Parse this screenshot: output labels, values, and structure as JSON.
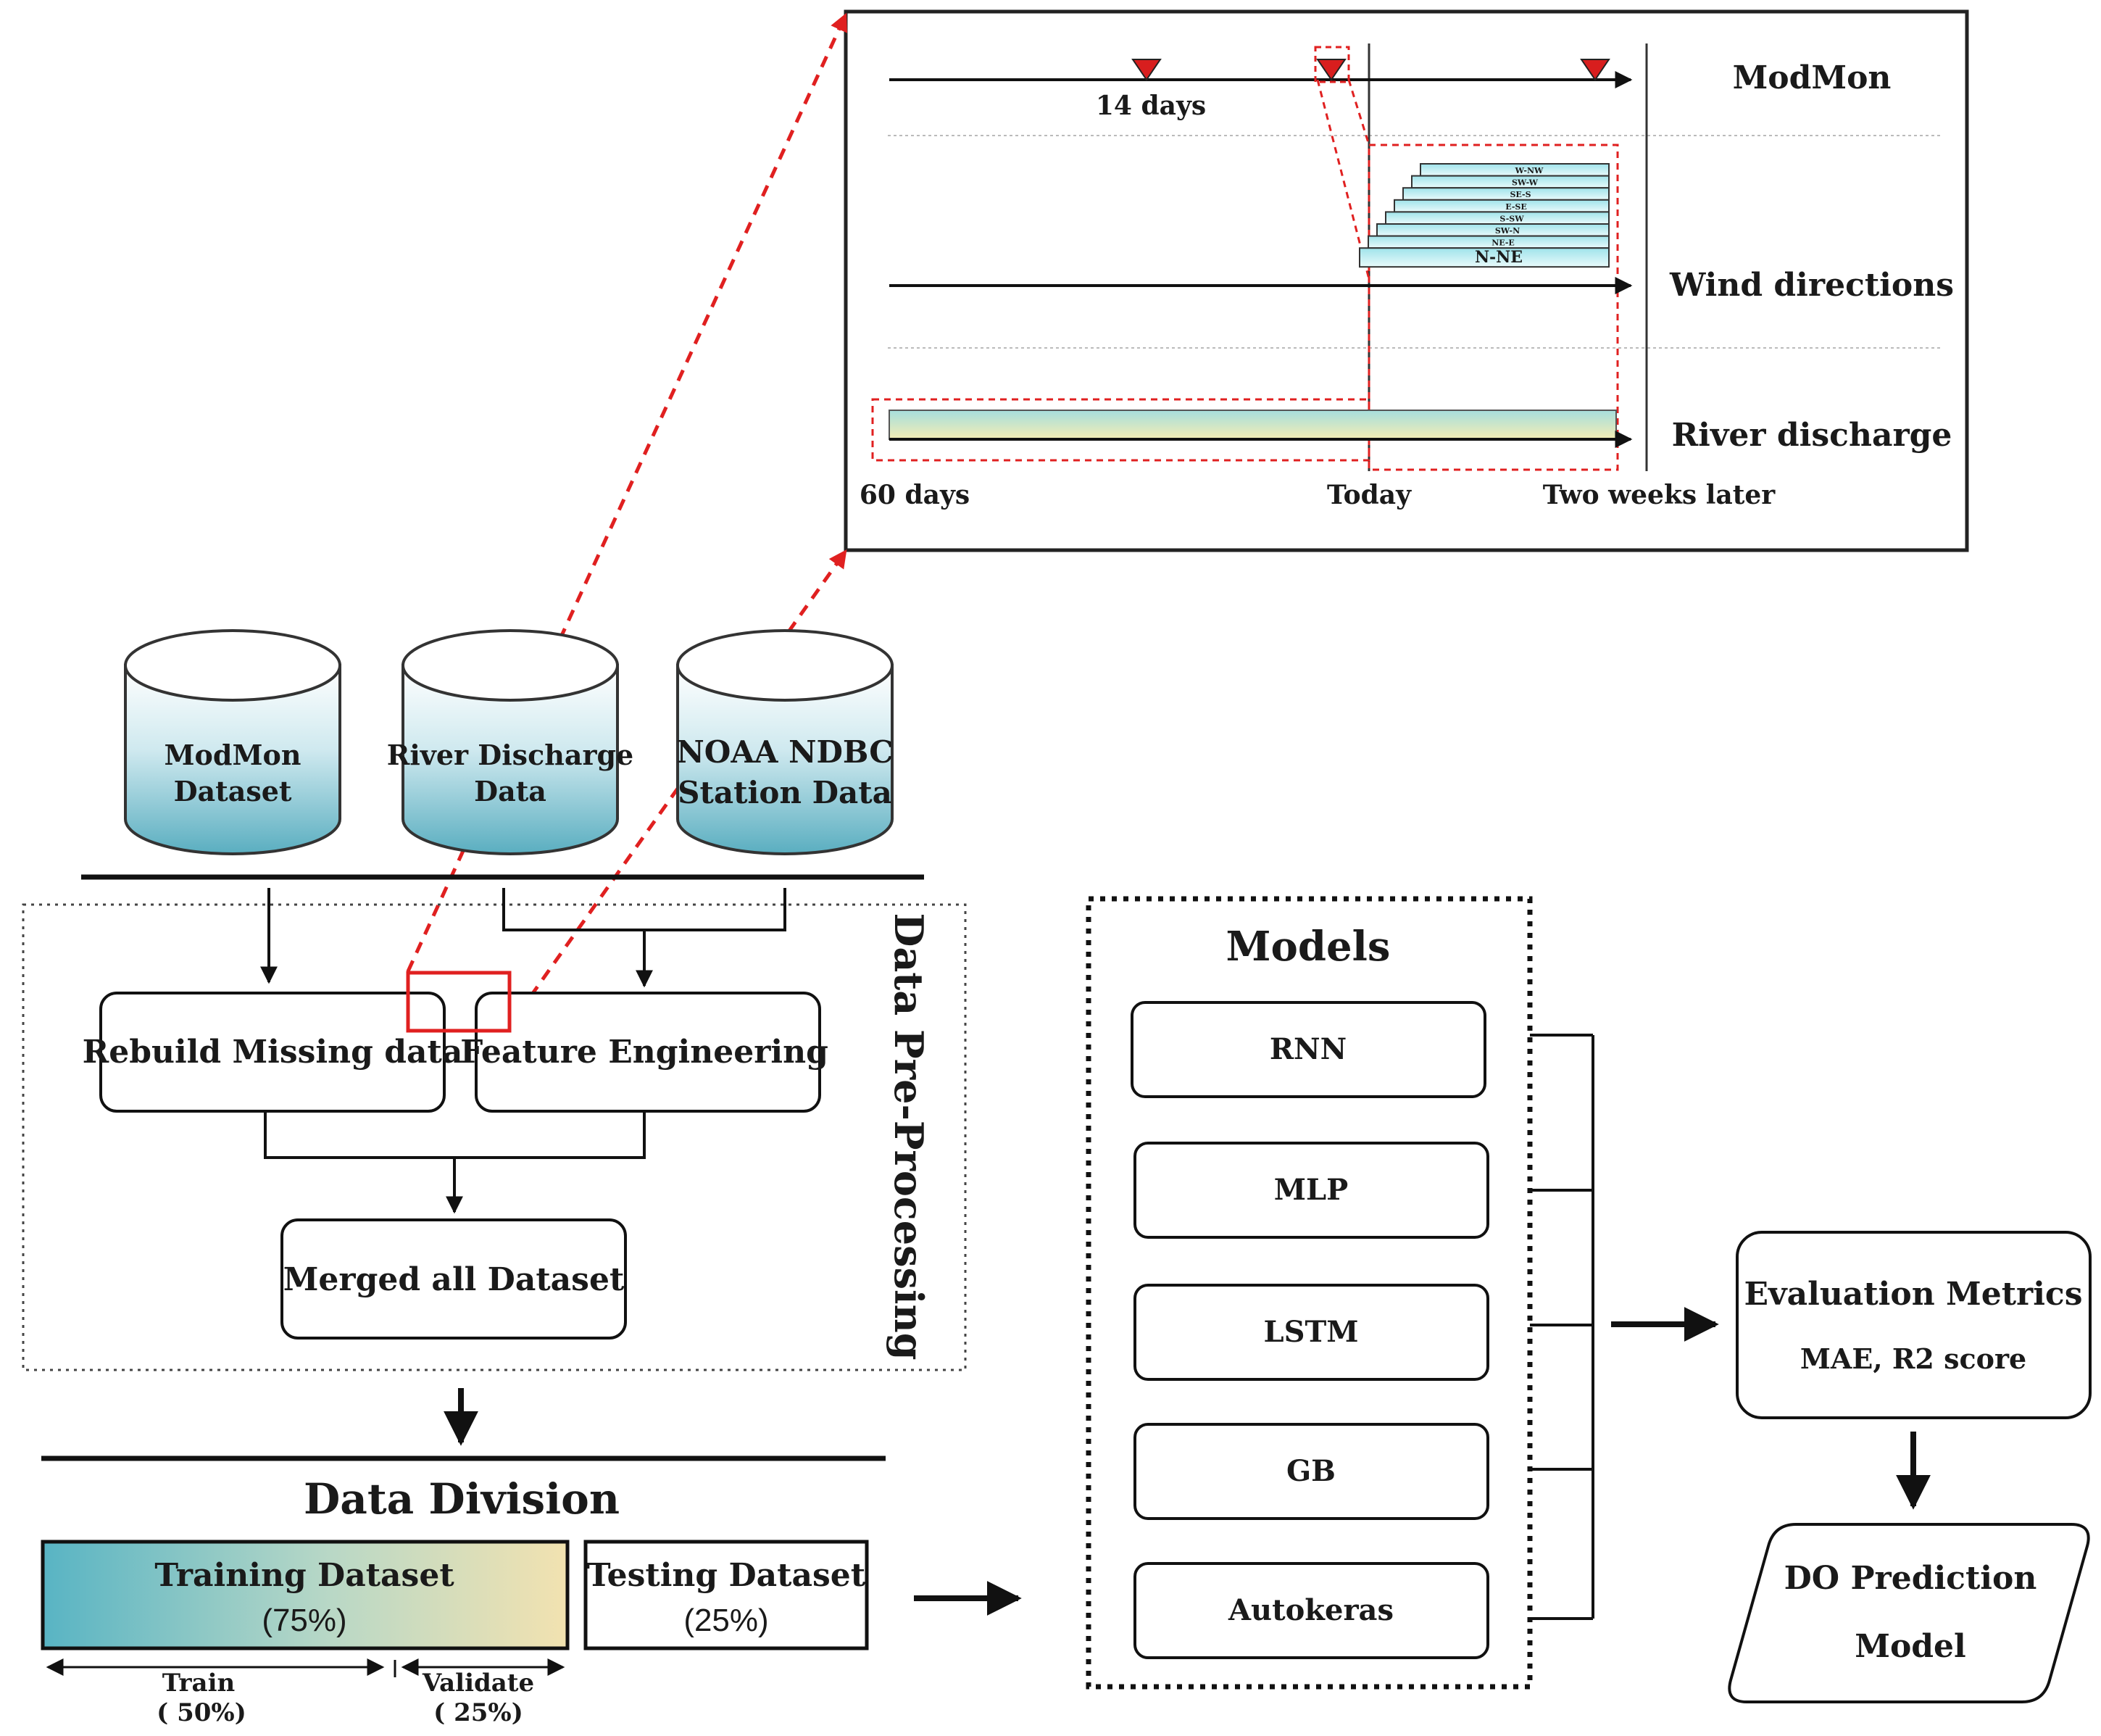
{
  "timeline": {
    "rows": {
      "modmon": "ModMon",
      "wind": "Wind directions",
      "river": "River discharge"
    },
    "label_14_days": "14 days",
    "label_60_days": "60 days",
    "label_today": "Today",
    "label_two_weeks": "Two weeks later",
    "wind_bands": [
      "W-NW",
      "SW-W",
      "SE-S",
      "E-SE",
      "S-SW",
      "SW-N",
      "NE-E",
      "N-NE"
    ]
  },
  "databases": [
    {
      "line1": "ModMon",
      "line2": "Dataset"
    },
    {
      "line1": "River Discharge",
      "line2": "Data"
    },
    {
      "line1": "NOAA NDBC",
      "line2": "Station Data"
    }
  ],
  "preprocessing": {
    "title": "Data Pre-Processing",
    "rebuild": "Rebuild Missing data",
    "feature": "Feature Engineering",
    "merged": "Merged all Dataset"
  },
  "division": {
    "title": "Data Division",
    "training_label": "Training Dataset",
    "training_pct": "(75%)",
    "testing_label": "Testing Dataset",
    "testing_pct": "(25%)",
    "train_label": "Train",
    "train_pct": "( 50%)",
    "validate_label": "Validate",
    "validate_pct": "( 25%)"
  },
  "models": {
    "title": "Models",
    "items": [
      "RNN",
      "MLP",
      "LSTM",
      "GB",
      "Autokeras"
    ]
  },
  "evaluation": {
    "title": "Evaluation Metrics",
    "metrics": "MAE, R2 score"
  },
  "prediction": {
    "line1": "DO Prediction",
    "line2": "Model"
  },
  "colors": {
    "cyl_top": "#ffffff",
    "cyl_bottom": "#5aaec0",
    "train_left": "#58b4c4",
    "train_right": "#f2e2b0",
    "red": "#e02020",
    "wind_band": "#bfeef3"
  }
}
